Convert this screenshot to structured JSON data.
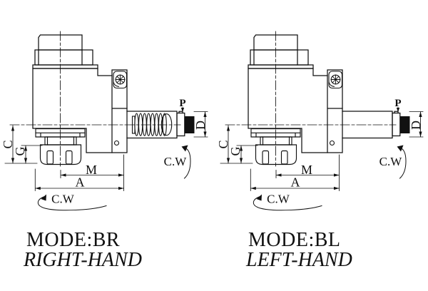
{
  "drawing": {
    "background": "#ffffff",
    "line_color": "#111111"
  },
  "figures": [
    {
      "mode_label": "MODE:BR",
      "hand_label": "RIGHT-HAND",
      "spindle_style": "threaded",
      "dim_labels": {
        "C": "C",
        "G": "G",
        "M": "M",
        "A": "A",
        "P": "P",
        "D": "D"
      },
      "rotation": {
        "collet": "C.W",
        "spindle": "C.W"
      }
    },
    {
      "mode_label": "MODE:BL",
      "hand_label": "LEFT-HAND",
      "spindle_style": "smooth",
      "dim_labels": {
        "C": "C",
        "G": "G",
        "M": "M",
        "A": "A",
        "P": "P",
        "D": "D"
      },
      "rotation": {
        "collet": "C.W",
        "spindle": "C.W"
      }
    }
  ]
}
